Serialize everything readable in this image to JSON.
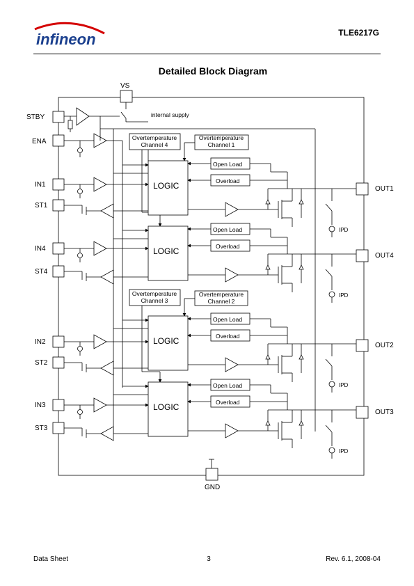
{
  "header": {
    "logo_text": "infineon",
    "part_number": "TLE6217G"
  },
  "page_title": "Detailed Block Diagram",
  "diagram": {
    "pins_left": [
      {
        "name": "STBY",
        "label": "STBY"
      },
      {
        "name": "ENA",
        "label": "ENA"
      },
      {
        "name": "IN1",
        "label": "IN1"
      },
      {
        "name": "ST1",
        "label": "ST1"
      },
      {
        "name": "IN4",
        "label": "IN4"
      },
      {
        "name": "ST4",
        "label": "ST4"
      },
      {
        "name": "IN2",
        "label": "IN2"
      },
      {
        "name": "ST2",
        "label": "ST2"
      },
      {
        "name": "IN3",
        "label": "IN3"
      },
      {
        "name": "ST3",
        "label": "ST3"
      }
    ],
    "pins_right": [
      {
        "name": "OUT1",
        "label": "OUT1"
      },
      {
        "name": "OUT4",
        "label": "OUT4"
      },
      {
        "name": "OUT2",
        "label": "OUT2"
      },
      {
        "name": "OUT3",
        "label": "OUT3"
      }
    ],
    "pin_vs": "VS",
    "pin_gnd": "GND",
    "internal_supply": "internal supply",
    "overtemp_labels": [
      "Overtemperature Channel 4",
      "Overtemperature Channel 1",
      "Overtemperature Channel 3",
      "Overtemperature Channel 2"
    ],
    "overtemp_line1": "Overtemperature",
    "overtemp_ch": [
      "Channel 4",
      "Channel 1",
      "Channel 3",
      "Channel 2"
    ],
    "logic_label": "LOGIC",
    "open_load_label": "Open Load",
    "overload_label": "Overload",
    "ipd_label": "IPD"
  },
  "footer": {
    "left": "Data Sheet",
    "center": "3",
    "right": "Rev. 6.1, 2008-04"
  }
}
